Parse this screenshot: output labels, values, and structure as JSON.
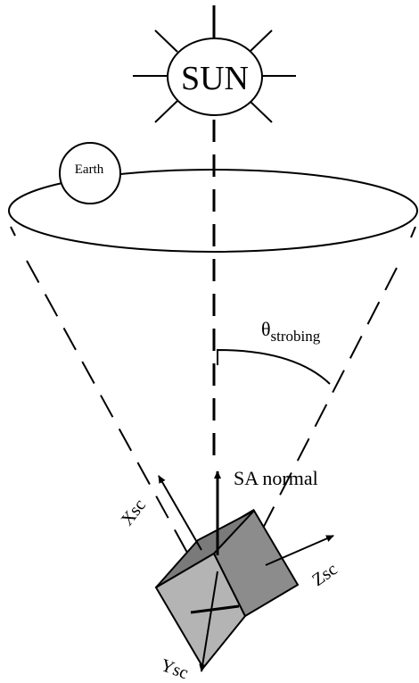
{
  "sun": {
    "label": "SUN"
  },
  "earth": {
    "label": "Earth"
  },
  "angle": {
    "symbol": "θ",
    "subscript": "strobing"
  },
  "normal": {
    "label": "SA normal"
  },
  "axes": {
    "x": "Xsc",
    "y": "Ysc",
    "z": "Zsc"
  },
  "colors": {
    "ink": "#000000",
    "cube_top": "#7a7a7a",
    "cube_front": "#b4b4b4",
    "cube_right": "#8c8c8c"
  }
}
